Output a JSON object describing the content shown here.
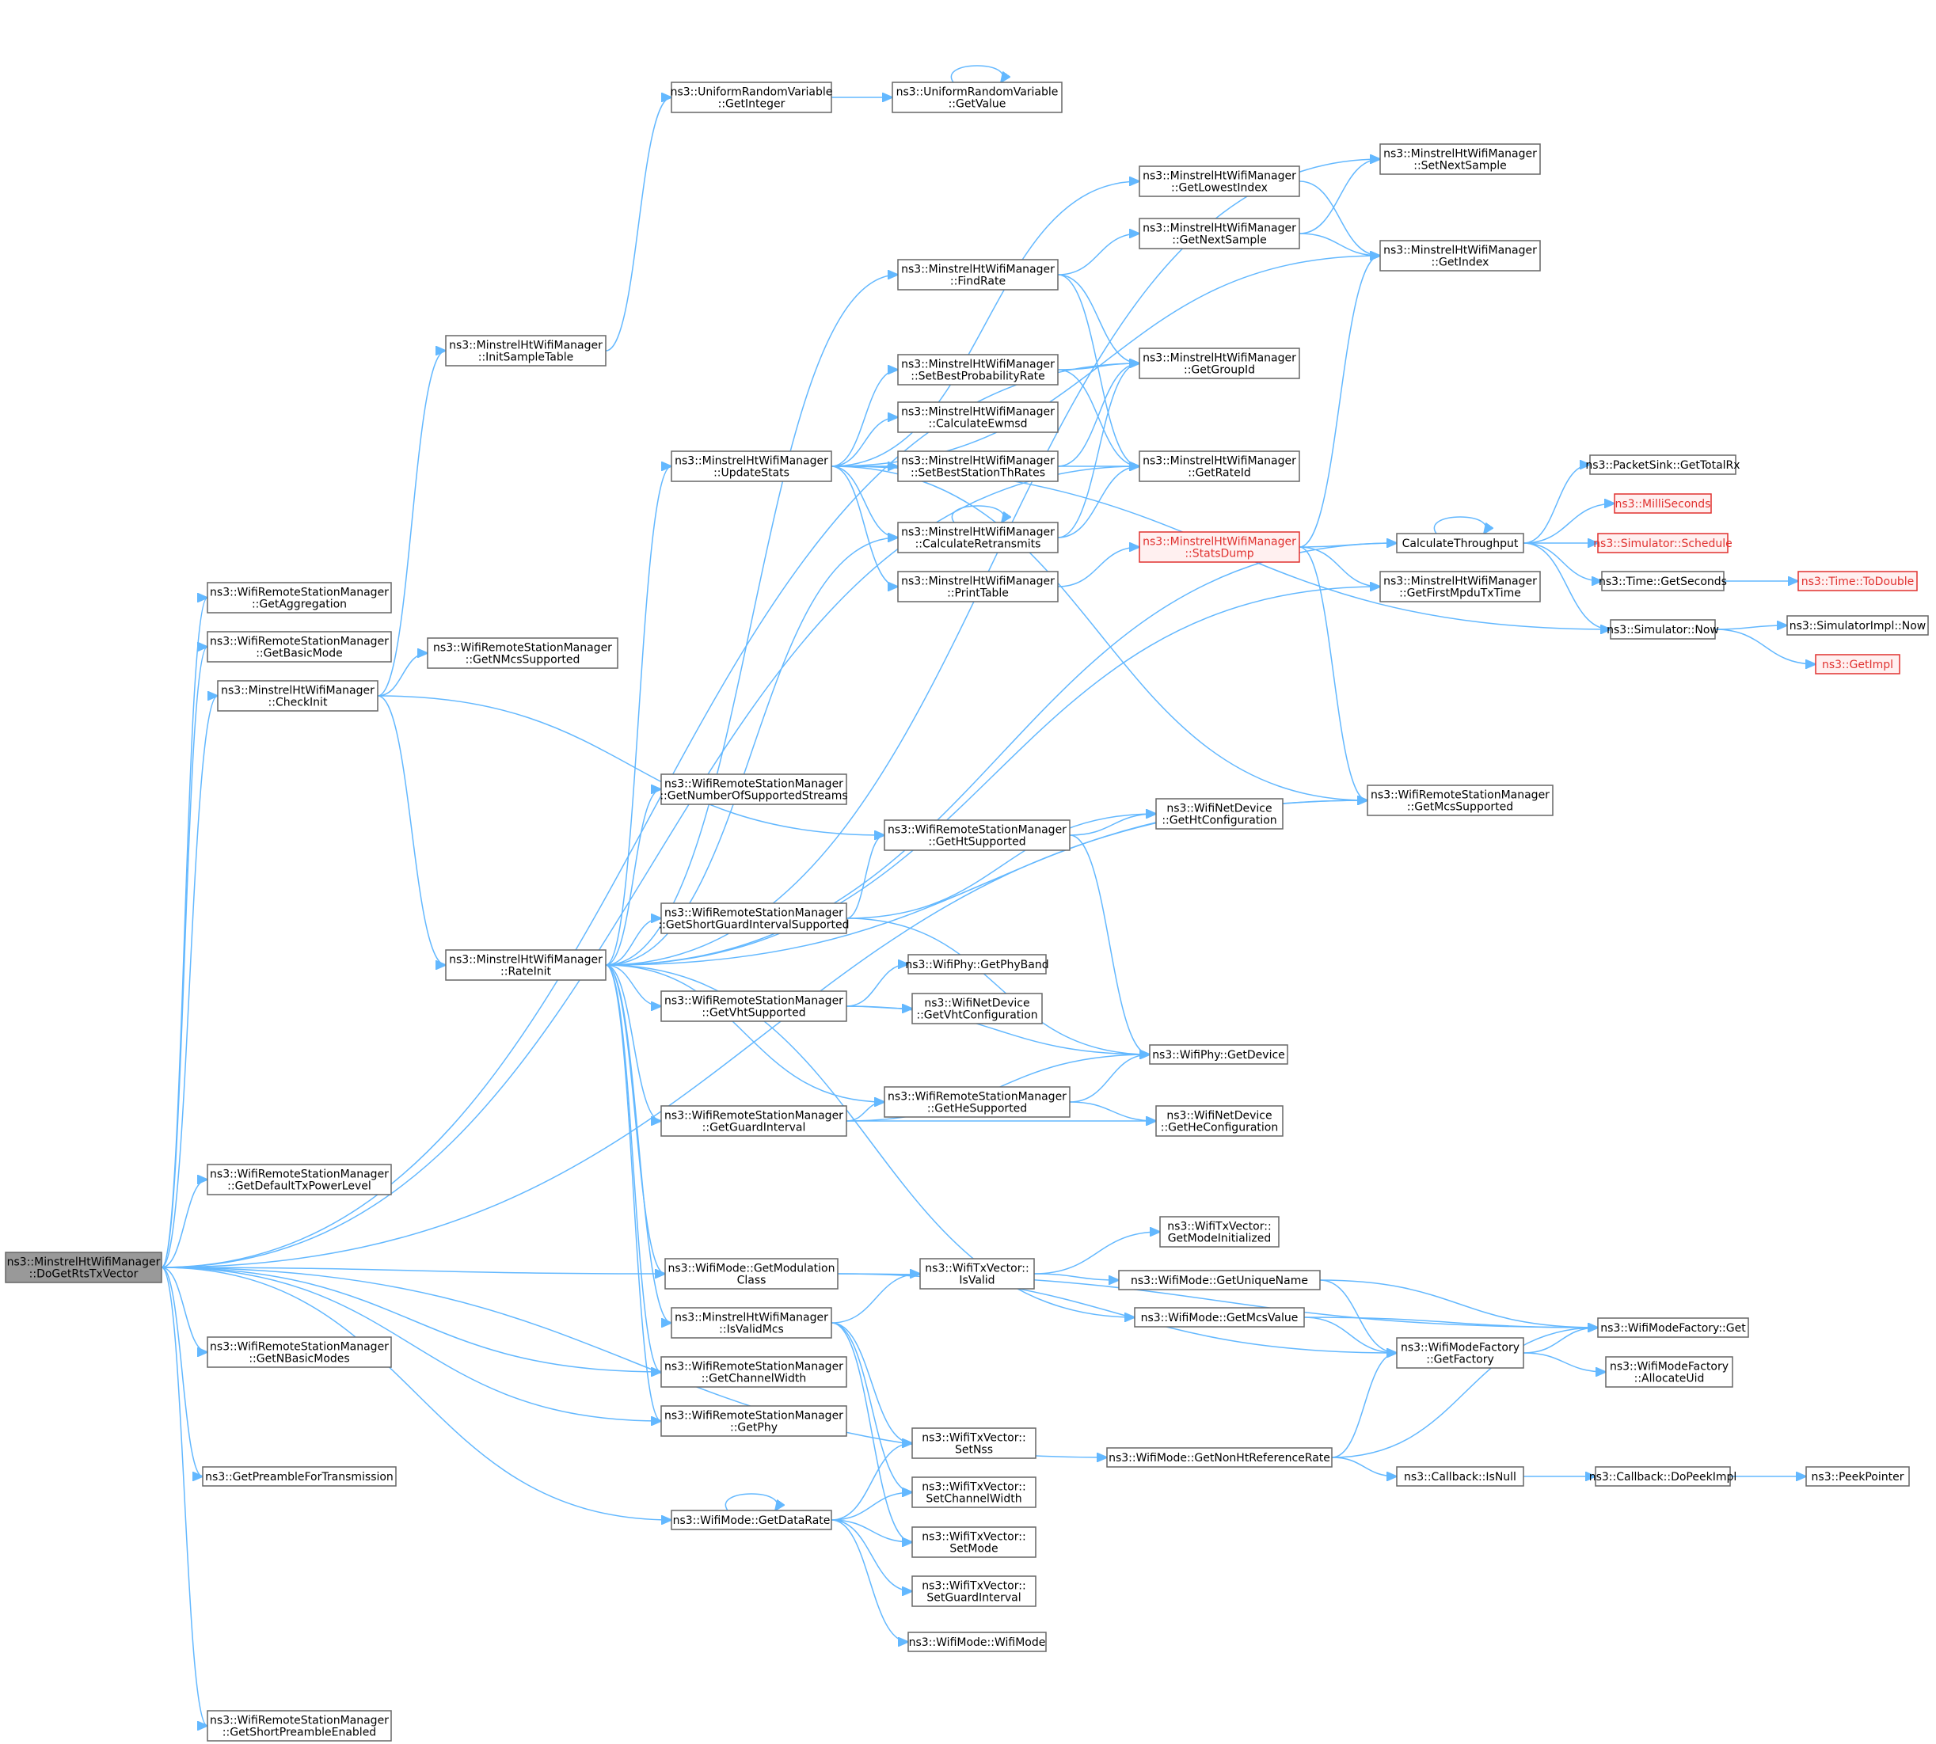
{
  "nodes": [
    {
      "id": "root",
      "lines": [
        "ns3::MinstrelHtWifiManager",
        "::DoGetRtsTxVector"
      ],
      "style": "root"
    },
    {
      "id": "getAggregation",
      "lines": [
        "ns3::WifiRemoteStationManager",
        "::GetAggregation"
      ]
    },
    {
      "id": "getBasicMode",
      "lines": [
        "ns3::WifiRemoteStationManager",
        "::GetBasicMode"
      ]
    },
    {
      "id": "checkInit",
      "lines": [
        "ns3::MinstrelHtWifiManager",
        "::CheckInit"
      ]
    },
    {
      "id": "getDefaultTxPowerLevel",
      "lines": [
        "ns3::WifiRemoteStationManager",
        "::GetDefaultTxPowerLevel"
      ]
    },
    {
      "id": "getNBasicModes",
      "lines": [
        "ns3::WifiRemoteStationManager",
        "::GetNBasicModes"
      ]
    },
    {
      "id": "getPreambleForTransmission",
      "lines": [
        "ns3::GetPreambleForTransmission"
      ]
    },
    {
      "id": "getShortPreambleEnabled",
      "lines": [
        "ns3::WifiRemoteStationManager",
        "::GetShortPreambleEnabled"
      ]
    },
    {
      "id": "initSampleTable",
      "lines": [
        "ns3::MinstrelHtWifiManager",
        "::InitSampleTable"
      ]
    },
    {
      "id": "getNMcsSupported",
      "lines": [
        "ns3::WifiRemoteStationManager",
        "::GetNMcsSupported"
      ]
    },
    {
      "id": "rateInit",
      "lines": [
        "ns3::MinstrelHtWifiManager",
        "::RateInit"
      ]
    },
    {
      "id": "uniformGetInteger",
      "lines": [
        "ns3::UniformRandomVariable",
        "::GetInteger"
      ]
    },
    {
      "id": "uniformGetValue",
      "lines": [
        "ns3::UniformRandomVariable",
        "::GetValue"
      ]
    },
    {
      "id": "updateStats",
      "lines": [
        "ns3::MinstrelHtWifiManager",
        "::UpdateStats"
      ]
    },
    {
      "id": "getNumberOfSupportedStreams",
      "lines": [
        "ns3::WifiRemoteStationManager",
        "::GetNumberOfSupportedStreams"
      ]
    },
    {
      "id": "getShortGuardIntervalSupported",
      "lines": [
        "ns3::WifiRemoteStationManager",
        "::GetShortGuardIntervalSupported"
      ]
    },
    {
      "id": "getVhtSupported",
      "lines": [
        "ns3::WifiRemoteStationManager",
        "::GetVhtSupported"
      ]
    },
    {
      "id": "getGuardInterval",
      "lines": [
        "ns3::WifiRemoteStationManager",
        "::GetGuardInterval"
      ]
    },
    {
      "id": "getModulationClass",
      "lines": [
        "ns3::WifiMode::GetModulation",
        "Class"
      ]
    },
    {
      "id": "isValidMcs",
      "lines": [
        "ns3::MinstrelHtWifiManager",
        "::IsValidMcs"
      ]
    },
    {
      "id": "getChannelWidth",
      "lines": [
        "ns3::WifiRemoteStationManager",
        "::GetChannelWidth"
      ]
    },
    {
      "id": "getPhy",
      "lines": [
        "ns3::WifiRemoteStationManager",
        "::GetPhy"
      ]
    },
    {
      "id": "getDataRate",
      "lines": [
        "ns3::WifiMode::GetDataRate"
      ]
    },
    {
      "id": "findRate",
      "lines": [
        "ns3::MinstrelHtWifiManager",
        "::FindRate"
      ]
    },
    {
      "id": "setBestProbabilityRate",
      "lines": [
        "ns3::MinstrelHtWifiManager",
        "::SetBestProbabilityRate"
      ]
    },
    {
      "id": "calculateEwmsd",
      "lines": [
        "ns3::MinstrelHtWifiManager",
        "::CalculateEwmsd"
      ]
    },
    {
      "id": "setBestStationThRates",
      "lines": [
        "ns3::MinstrelHtWifiManager",
        "::SetBestStationThRates"
      ]
    },
    {
      "id": "calculateRetransmits",
      "lines": [
        "ns3::MinstrelHtWifiManager",
        "::CalculateRetransmits"
      ]
    },
    {
      "id": "printTable",
      "lines": [
        "ns3::MinstrelHtWifiManager",
        "::PrintTable"
      ]
    },
    {
      "id": "getHtSupported",
      "lines": [
        "ns3::WifiRemoteStationManager",
        "::GetHtSupported"
      ]
    },
    {
      "id": "wifiPhyGetPhyBand",
      "lines": [
        "ns3::WifiPhy::GetPhyBand"
      ]
    },
    {
      "id": "getVhtConfiguration",
      "lines": [
        "ns3::WifiNetDevice",
        "::GetVhtConfiguration"
      ]
    },
    {
      "id": "getHeSupported",
      "lines": [
        "ns3::WifiRemoteStationManager",
        "::GetHeSupported"
      ]
    },
    {
      "id": "txVectorIsValid",
      "lines": [
        "ns3::WifiTxVector::",
        "IsValid"
      ]
    },
    {
      "id": "setNss",
      "lines": [
        "ns3::WifiTxVector::",
        "SetNss"
      ]
    },
    {
      "id": "setChannelWidth",
      "lines": [
        "ns3::WifiTxVector::",
        "SetChannelWidth"
      ]
    },
    {
      "id": "setMode",
      "lines": [
        "ns3::WifiTxVector::",
        "SetMode"
      ]
    },
    {
      "id": "setGuardInterval",
      "lines": [
        "ns3::WifiTxVector::",
        "SetGuardInterval"
      ]
    },
    {
      "id": "wifiModeCtor",
      "lines": [
        "ns3::WifiMode::WifiMode"
      ]
    },
    {
      "id": "getLowestIndex",
      "lines": [
        "ns3::MinstrelHtWifiManager",
        "::GetLowestIndex"
      ]
    },
    {
      "id": "getNextSample",
      "lines": [
        "ns3::MinstrelHtWifiManager",
        "::GetNextSample"
      ]
    },
    {
      "id": "getGroupId",
      "lines": [
        "ns3::MinstrelHtWifiManager",
        "::GetGroupId"
      ]
    },
    {
      "id": "getRateId",
      "lines": [
        "ns3::MinstrelHtWifiManager",
        "::GetRateId"
      ]
    },
    {
      "id": "statsDump",
      "lines": [
        "ns3::MinstrelHtWifiManager",
        "::StatsDump"
      ],
      "style": "red"
    },
    {
      "id": "getHtConfiguration",
      "lines": [
        "ns3::WifiNetDevice",
        "::GetHtConfiguration"
      ]
    },
    {
      "id": "wifiPhyGetDevice",
      "lines": [
        "ns3::WifiPhy::GetDevice"
      ]
    },
    {
      "id": "getHeConfiguration",
      "lines": [
        "ns3::WifiNetDevice",
        "::GetHeConfiguration"
      ]
    },
    {
      "id": "getModeInitialized",
      "lines": [
        "ns3::WifiTxVector::",
        "GetModeInitialized"
      ]
    },
    {
      "id": "getUniqueName",
      "lines": [
        "ns3::WifiMode::GetUniqueName"
      ]
    },
    {
      "id": "getMcsValue",
      "lines": [
        "ns3::WifiMode::GetMcsValue"
      ]
    },
    {
      "id": "getNonHtReferenceRate",
      "lines": [
        "ns3::WifiMode::GetNonHtReferenceRate"
      ]
    },
    {
      "id": "setNextSample",
      "lines": [
        "ns3::MinstrelHtWifiManager",
        "::SetNextSample"
      ]
    },
    {
      "id": "getIndex",
      "lines": [
        "ns3::MinstrelHtWifiManager",
        "::GetIndex"
      ]
    },
    {
      "id": "calculateThroughput",
      "lines": [
        "CalculateThroughput"
      ]
    },
    {
      "id": "getFirstMpduTxTime",
      "lines": [
        "ns3::MinstrelHtWifiManager",
        "::GetFirstMpduTxTime"
      ]
    },
    {
      "id": "getMcsSupported",
      "lines": [
        "ns3::WifiRemoteStationManager",
        "::GetMcsSupported"
      ]
    },
    {
      "id": "factoryGetFactory",
      "lines": [
        "ns3::WifiModeFactory",
        "::GetFactory"
      ]
    },
    {
      "id": "callbackIsNull",
      "lines": [
        "ns3::Callback::IsNull"
      ]
    },
    {
      "id": "packetSinkGetTotalRx",
      "lines": [
        "ns3::PacketSink::GetTotalRx"
      ]
    },
    {
      "id": "milliSeconds",
      "lines": [
        "ns3::MilliSeconds"
      ],
      "style": "red"
    },
    {
      "id": "simulatorSchedule",
      "lines": [
        "ns3::Simulator::Schedule"
      ],
      "style": "red"
    },
    {
      "id": "timeGetSeconds",
      "lines": [
        "ns3::Time::GetSeconds"
      ]
    },
    {
      "id": "simulatorNow",
      "lines": [
        "ns3::Simulator::Now"
      ]
    },
    {
      "id": "factoryGet",
      "lines": [
        "ns3::WifiModeFactory::Get"
      ]
    },
    {
      "id": "factoryAllocateUid",
      "lines": [
        "ns3::WifiModeFactory",
        "::AllocateUid"
      ]
    },
    {
      "id": "callbackDoPeekImpl",
      "lines": [
        "ns3::Callback::DoPeekImpl"
      ]
    },
    {
      "id": "timeToDouble",
      "lines": [
        "ns3::Time::ToDouble"
      ],
      "style": "red"
    },
    {
      "id": "simulatorImplNow",
      "lines": [
        "ns3::SimulatorImpl::Now"
      ]
    },
    {
      "id": "getImpl",
      "lines": [
        "ns3::GetImpl"
      ],
      "style": "red"
    },
    {
      "id": "peekPointer",
      "lines": [
        "ns3::PeekPointer"
      ]
    }
  ],
  "edges": [
    [
      "root",
      "getGroupId"
    ],
    [
      "root",
      "getAggregation"
    ],
    [
      "root",
      "getBasicMode"
    ],
    [
      "root",
      "checkInit"
    ],
    [
      "root",
      "getRateId"
    ],
    [
      "root",
      "getDefaultTxPowerLevel"
    ],
    [
      "root",
      "getMcsSupported"
    ],
    [
      "root",
      "getModulationClass"
    ],
    [
      "root",
      "getChannelWidth"
    ],
    [
      "root",
      "getNBasicModes"
    ],
    [
      "root",
      "getPhy"
    ],
    [
      "root",
      "getPreambleForTransmission"
    ],
    [
      "root",
      "getDataRate"
    ],
    [
      "root",
      "getNonHtReferenceRate"
    ],
    [
      "root",
      "getShortPreambleEnabled"
    ],
    [
      "checkInit",
      "initSampleTable"
    ],
    [
      "checkInit",
      "getNMcsSupported"
    ],
    [
      "checkInit",
      "rateInit"
    ],
    [
      "checkInit",
      "getHtSupported"
    ],
    [
      "initSampleTable",
      "uniformGetInteger"
    ],
    [
      "uniformGetInteger",
      "uniformGetValue"
    ],
    [
      "uniformGetValue",
      "uniformGetValue"
    ],
    [
      "rateInit",
      "setNextSample"
    ],
    [
      "rateInit",
      "findRate"
    ],
    [
      "rateInit",
      "calculateThroughput"
    ],
    [
      "rateInit",
      "updateStats"
    ],
    [
      "rateInit",
      "calculateRetransmits"
    ],
    [
      "rateInit",
      "getNumberOfSupportedStreams"
    ],
    [
      "rateInit",
      "getFirstMpduTxTime"
    ],
    [
      "rateInit",
      "getShortGuardIntervalSupported"
    ],
    [
      "rateInit",
      "getMcsSupported"
    ],
    [
      "rateInit",
      "getVhtSupported"
    ],
    [
      "rateInit",
      "getHeSupported"
    ],
    [
      "rateInit",
      "getGuardInterval"
    ],
    [
      "rateInit",
      "getModulationClass"
    ],
    [
      "rateInit",
      "isValidMcs"
    ],
    [
      "rateInit",
      "getChannelWidth"
    ],
    [
      "rateInit",
      "getPhy"
    ],
    [
      "rateInit",
      "getMcsValue"
    ],
    [
      "updateStats",
      "getLowestIndex"
    ],
    [
      "updateStats",
      "getIndex"
    ],
    [
      "updateStats",
      "setBestProbabilityRate"
    ],
    [
      "updateStats",
      "calculateEwmsd"
    ],
    [
      "updateStats",
      "setBestStationThRates"
    ],
    [
      "updateStats",
      "calculateRetransmits"
    ],
    [
      "updateStats",
      "printTable"
    ],
    [
      "updateStats",
      "simulatorNow"
    ],
    [
      "updateStats",
      "getMcsSupported"
    ],
    [
      "findRate",
      "getNextSample"
    ],
    [
      "findRate",
      "getGroupId"
    ],
    [
      "findRate",
      "getRateId"
    ],
    [
      "setBestProbabilityRate",
      "getGroupId"
    ],
    [
      "setBestProbabilityRate",
      "getRateId"
    ],
    [
      "setBestStationThRates",
      "getGroupId"
    ],
    [
      "setBestStationThRates",
      "getRateId"
    ],
    [
      "calculateRetransmits",
      "calculateRetransmits"
    ],
    [
      "calculateRetransmits",
      "getGroupId"
    ],
    [
      "calculateRetransmits",
      "getRateId"
    ],
    [
      "printTable",
      "statsDump"
    ],
    [
      "getLowestIndex",
      "getIndex"
    ],
    [
      "getNextSample",
      "setNextSample"
    ],
    [
      "getNextSample",
      "getIndex"
    ],
    [
      "statsDump",
      "getIndex"
    ],
    [
      "statsDump",
      "calculateThroughput"
    ],
    [
      "statsDump",
      "getFirstMpduTxTime"
    ],
    [
      "statsDump",
      "getMcsSupported"
    ],
    [
      "calculateThroughput",
      "calculateThroughput"
    ],
    [
      "calculateThroughput",
      "packetSinkGetTotalRx"
    ],
    [
      "calculateThroughput",
      "milliSeconds"
    ],
    [
      "calculateThroughput",
      "simulatorSchedule"
    ],
    [
      "calculateThroughput",
      "timeGetSeconds"
    ],
    [
      "calculateThroughput",
      "simulatorNow"
    ],
    [
      "timeGetSeconds",
      "timeToDouble"
    ],
    [
      "simulatorNow",
      "simulatorImplNow"
    ],
    [
      "simulatorNow",
      "getImpl"
    ],
    [
      "getShortGuardIntervalSupported",
      "getHtConfiguration"
    ],
    [
      "getShortGuardIntervalSupported",
      "getHtSupported"
    ],
    [
      "getShortGuardIntervalSupported",
      "wifiPhyGetDevice"
    ],
    [
      "getHtSupported",
      "getHtConfiguration"
    ],
    [
      "getHtSupported",
      "wifiPhyGetDevice"
    ],
    [
      "getVhtSupported",
      "wifiPhyGetPhyBand"
    ],
    [
      "getVhtSupported",
      "getVhtConfiguration"
    ],
    [
      "getVhtSupported",
      "wifiPhyGetDevice"
    ],
    [
      "getGuardInterval",
      "getHeSupported"
    ],
    [
      "getGuardInterval",
      "wifiPhyGetDevice"
    ],
    [
      "getGuardInterval",
      "getHeConfiguration"
    ],
    [
      "getHeSupported",
      "wifiPhyGetDevice"
    ],
    [
      "getHeSupported",
      "getHeConfiguration"
    ],
    [
      "getModulationClass",
      "factoryGetFactory"
    ],
    [
      "getModulationClass",
      "factoryGet"
    ],
    [
      "isValidMcs",
      "txVectorIsValid"
    ],
    [
      "isValidMcs",
      "setNss"
    ],
    [
      "isValidMcs",
      "setChannelWidth"
    ],
    [
      "isValidMcs",
      "setMode"
    ],
    [
      "txVectorIsValid",
      "getModeInitialized"
    ],
    [
      "txVectorIsValid",
      "getUniqueName"
    ],
    [
      "getUniqueName",
      "factoryGetFactory"
    ],
    [
      "getUniqueName",
      "factoryGet"
    ],
    [
      "getMcsValue",
      "factoryGetFactory"
    ],
    [
      "getMcsValue",
      "factoryGet"
    ],
    [
      "getDataRate",
      "getDataRate"
    ],
    [
      "getDataRate",
      "setNss"
    ],
    [
      "getDataRate",
      "setChannelWidth"
    ],
    [
      "getDataRate",
      "setMode"
    ],
    [
      "getDataRate",
      "setGuardInterval"
    ],
    [
      "getDataRate",
      "wifiModeCtor"
    ],
    [
      "getNonHtReferenceRate",
      "factoryGetFactory"
    ],
    [
      "getNonHtReferenceRate",
      "factoryGet"
    ],
    [
      "getNonHtReferenceRate",
      "callbackIsNull"
    ],
    [
      "factoryGetFactory",
      "factoryGet"
    ],
    [
      "factoryGetFactory",
      "factoryAllocateUid"
    ],
    [
      "callbackIsNull",
      "callbackDoPeekImpl"
    ],
    [
      "callbackDoPeekImpl",
      "peekPointer"
    ]
  ]
}
